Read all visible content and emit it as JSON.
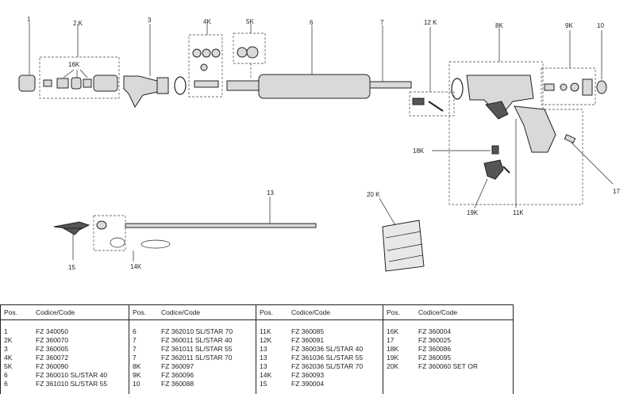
{
  "callouts": {
    "c1": "1",
    "c2k": "2 K",
    "c3": "3",
    "c4k": "4K",
    "c5k": "5K",
    "c6": "6",
    "c7": "7",
    "c12k": "12 K",
    "c8k": "8K",
    "c9k": "9K",
    "c10": "10",
    "c16k": "16K",
    "c18k": "18K",
    "c17": "17",
    "c19k": "19K",
    "c11k": "11K",
    "c13": "13",
    "c20k": "20 K",
    "c15": "15",
    "c14k": "14K"
  },
  "table": {
    "header_pos": "Pos.",
    "header_code": "Codice/Code",
    "columns": [
      {
        "rows": [
          {
            "pos": "1",
            "code": "FZ 340050"
          },
          {
            "pos": "2K",
            "code": "FZ 360070"
          },
          {
            "pos": "3",
            "code": "FZ 360005"
          },
          {
            "pos": "4K",
            "code": "FZ 360072"
          },
          {
            "pos": "5K",
            "code": "FZ 360090"
          },
          {
            "pos": "6",
            "code": "FZ 360010 SL/STAR 40"
          },
          {
            "pos": "6",
            "code": "FZ 361010 SL/STAR 55"
          }
        ]
      },
      {
        "rows": [
          {
            "pos": "6",
            "code": "FZ 362010 SL/STAR 70"
          },
          {
            "pos": "7",
            "code": "FZ 360011 SL/STAR 40"
          },
          {
            "pos": "7",
            "code": "FZ 361011 SL/STAR 55"
          },
          {
            "pos": "7",
            "code": "FZ 362011 SL/STAR 70"
          },
          {
            "pos": "8K",
            "code": "FZ 360097"
          },
          {
            "pos": "9K",
            "code": "FZ 360096"
          },
          {
            "pos": "10",
            "code": "FZ 360088"
          }
        ]
      },
      {
        "rows": [
          {
            "pos": "11K",
            "code": "FZ 360085"
          },
          {
            "pos": "12K",
            "code": "FZ 360091"
          },
          {
            "pos": "13",
            "code": "FZ 360036 SL/STAR 40"
          },
          {
            "pos": "13",
            "code": "FZ 361036 SL/STAR 55"
          },
          {
            "pos": "13",
            "code": "FZ 362036 SL/STAR 70"
          },
          {
            "pos": "14K",
            "code": "FZ 360093"
          },
          {
            "pos": "15",
            "code": "FZ 390004"
          }
        ]
      },
      {
        "rows": [
          {
            "pos": "16K",
            "code": "FZ 360004"
          },
          {
            "pos": "17",
            "code": "FZ 360025"
          },
          {
            "pos": "18K",
            "code": "FZ 360086"
          },
          {
            "pos": "19K",
            "code": "FZ 360095"
          },
          {
            "pos": "20K",
            "code": "FZ 360060 SET OR"
          }
        ]
      }
    ]
  }
}
